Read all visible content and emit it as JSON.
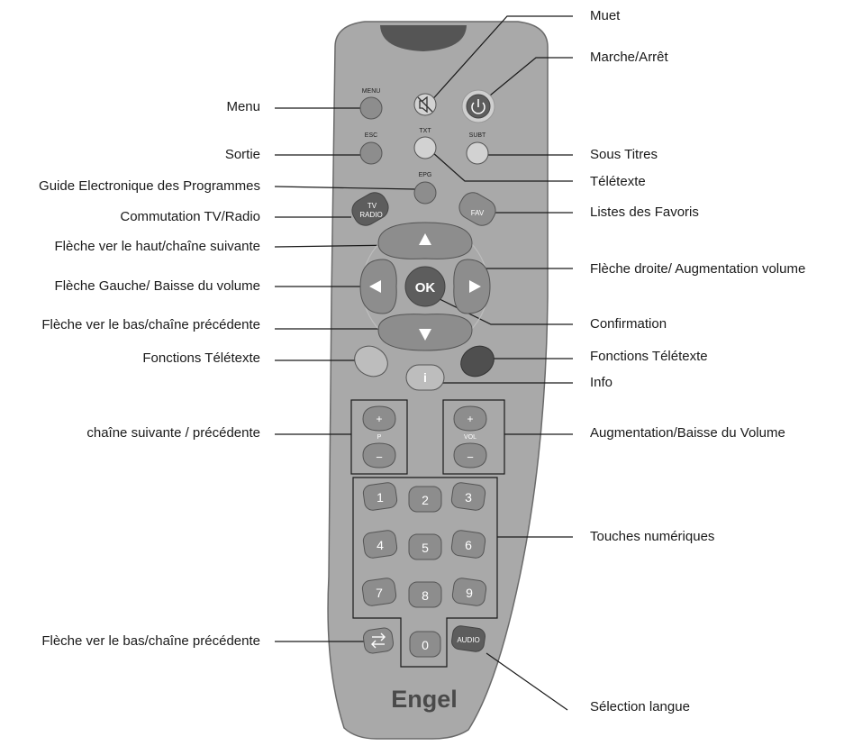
{
  "brand": "Engel",
  "colors": {
    "body": "#a9a9a9",
    "button": "#8d8d8d",
    "dark_button": "#5d5d5d",
    "light_button": "#d2d2d2",
    "line": "#1a1a1a"
  },
  "remote_buttons": {
    "menu": "MENU",
    "esc": "ESC",
    "txt": "TXT",
    "subt": "SUBT",
    "epg": "EPG",
    "tv": "TV",
    "radio": "RADIO",
    "fav": "FAV",
    "ok": "OK",
    "info": "i",
    "plus": "+",
    "minus": "−",
    "p": "P",
    "vol": "VOL",
    "audio": "AUDIO",
    "digits": [
      "1",
      "2",
      "3",
      "4",
      "5",
      "6",
      "7",
      "8",
      "9",
      "0"
    ]
  },
  "icons": {
    "mute": "mute-icon",
    "power": "power-icon",
    "up": "arrow-up-icon",
    "down": "arrow-down-icon",
    "left": "arrow-left-icon",
    "right": "arrow-right-icon",
    "swap": "swap-arrows-icon"
  },
  "labels_left": [
    "Menu",
    "Sortie",
    "Guide Electronique des Programmes",
    "Commutation TV/Radio",
    "Flèche ver le haut/chaîne suivante",
    "Flèche Gauche/ Baisse du volume",
    "Flèche ver le bas/chaîne précédente",
    "Fonctions Télétexte",
    "chaîne suivante / précédente",
    "Flèche ver le bas/chaîne précédente"
  ],
  "labels_right": [
    "Muet",
    "Marche/Arrêt",
    "Sous Titres",
    "Télétexte",
    "Listes des Favoris",
    "Flèche droite/ Augmentation volume",
    "Confirmation",
    "Fonctions Télétexte",
    "Info",
    "Augmentation/Baisse du Volume",
    "Touches numériques",
    "Sélection langue"
  ]
}
